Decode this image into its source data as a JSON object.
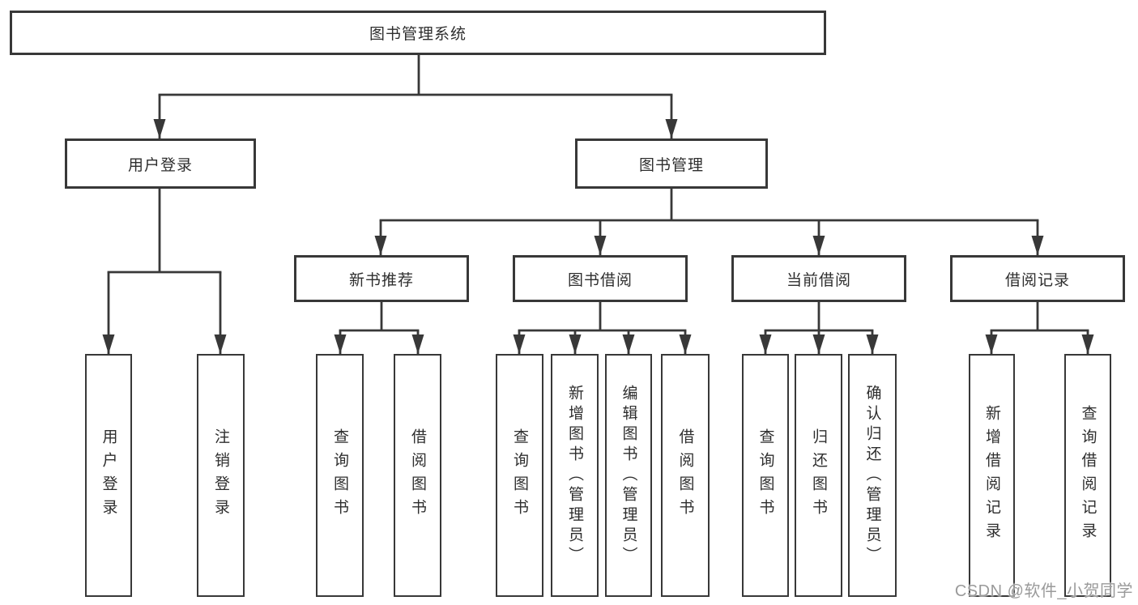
{
  "diagram": {
    "title": "图书管理系统",
    "login_branch": {
      "label": "用户登录",
      "children": [
        "用户登录",
        "注销登录"
      ]
    },
    "mgmt_branch": {
      "label": "图书管理",
      "groups": [
        {
          "label": "新书推荐",
          "children": [
            "查询图书",
            "借阅图书"
          ]
        },
        {
          "label": "图书借阅",
          "children": [
            "查询图书",
            "新增图书（管理员）",
            "编辑图书（管理员）",
            "借阅图书"
          ]
        },
        {
          "label": "当前借阅",
          "children": [
            "查询图书",
            "归还图书",
            "确认归还（管理员）"
          ]
        },
        {
          "label": "借阅记录",
          "children": [
            "新增借阅记录",
            "查询借阅记录"
          ]
        }
      ]
    },
    "watermark": "CSDN @软件_小贺同学",
    "colors": {
      "line": "#383838",
      "text": "#2e2e2e",
      "watermark": "#9a9a9a",
      "background": "#ffffff"
    }
  }
}
